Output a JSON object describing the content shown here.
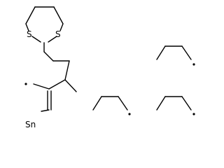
{
  "molecule": {
    "atoms": {
      "sulfur_left": "S",
      "sulfur_right": "S",
      "tin": "Sn"
    }
  },
  "colors": {
    "background": "#ffffff",
    "ink": "#000000"
  }
}
